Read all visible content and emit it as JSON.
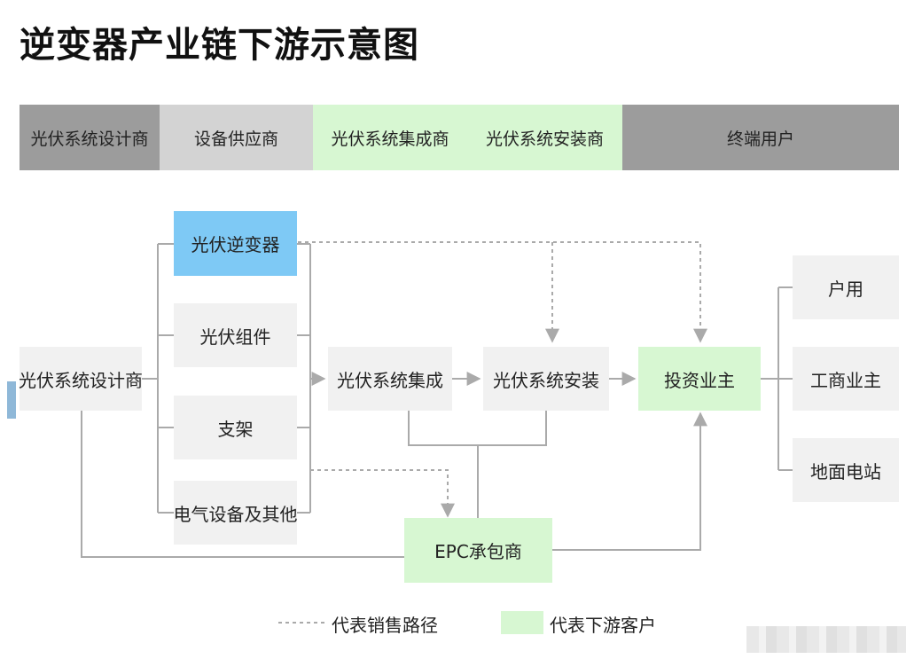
{
  "title": "逆变器产业链下游示意图",
  "stages": [
    {
      "label": "光伏系统设计商",
      "color": "#9c9c9c"
    },
    {
      "label": "设备供应商",
      "color": "#d3d3d3"
    },
    {
      "label": "光伏系统集成商",
      "color": "#d7f7d2"
    },
    {
      "label": "光伏系统安装商",
      "color": "#d7f7d2"
    },
    {
      "label": "终端用户",
      "color": "#9c9c9c"
    }
  ],
  "nodes": {
    "designer": "光伏系统设计商",
    "inverter": "光伏逆变器",
    "module": "光伏组件",
    "bracket": "支架",
    "electrical": "电气设备及其他",
    "integration": "光伏系统集成",
    "installation": "光伏系统安装",
    "investor": "投资业主",
    "epc": "EPC承包商",
    "household": "户用",
    "commercial": "工商业主",
    "ground": "地面电站"
  },
  "legend": {
    "sales_path": "代表销售路径",
    "downstream_customer": "代表下游客户"
  },
  "colors": {
    "green": "#d7f7d2",
    "blue": "#7ec9f5",
    "gray_dark": "#9c9c9c",
    "gray_light": "#d3d3d3",
    "node": "#f1f1f1",
    "line": "#aaaaaa"
  }
}
